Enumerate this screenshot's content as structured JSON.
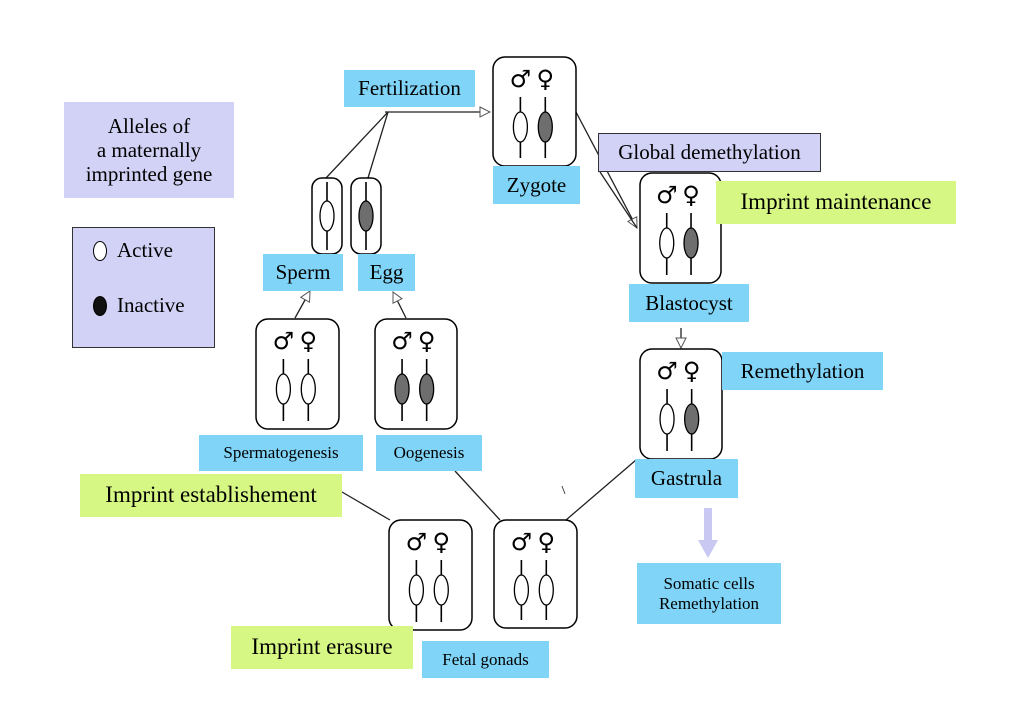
{
  "legend": {
    "title_lines": [
      "Alleles of",
      "a maternally",
      "imprinted gene"
    ],
    "active_label": "Active",
    "inactive_label": "Inactive"
  },
  "labels": {
    "fertilization": "Fertilization",
    "zygote": "Zygote",
    "global_demethylation": "Global demethylation",
    "imprint_maintenance": "Imprint maintenance",
    "blastocyst": "Blastocyst",
    "remethylation": "Remethylation",
    "gastrula": "Gastrula",
    "somatic_lines": [
      "Somatic cells",
      "Remethylation"
    ],
    "sperm": "Sperm",
    "egg": "Egg",
    "spermatogenesis": "Spermatogenesis",
    "oogenesis": "Oogenesis",
    "imprint_establishment": "Imprint establishement",
    "imprint_erasure": "Imprint erasure",
    "fetal_gonads": "Fetal gonads"
  },
  "symbols": {
    "male": "♂",
    "female": "♀"
  },
  "colors": {
    "label_blue": "#80d4f7",
    "label_green": "#d7f785",
    "label_lavender": "#d2d2f6",
    "inactive_allele": "#6e6e6e",
    "active_allele": "#ffffff",
    "somatic_arrow": "#c8c8f2"
  },
  "cells": [
    {
      "id": "zygote",
      "paternal": "active",
      "maternal": "inactive"
    },
    {
      "id": "blastocyst",
      "paternal": "active",
      "maternal": "inactive"
    },
    {
      "id": "gastrula",
      "paternal": "active",
      "maternal": "inactive"
    },
    {
      "id": "fetal-gonad-right",
      "paternal": "active",
      "maternal": "active"
    },
    {
      "id": "fetal-gonad-left",
      "paternal": "active",
      "maternal": "active"
    },
    {
      "id": "spermatogenesis",
      "paternal": "active",
      "maternal": "active"
    },
    {
      "id": "oogenesis",
      "paternal": "inactive",
      "maternal": "inactive"
    }
  ],
  "gametes": [
    {
      "id": "sperm",
      "allele": "active"
    },
    {
      "id": "egg",
      "allele": "inactive"
    }
  ]
}
